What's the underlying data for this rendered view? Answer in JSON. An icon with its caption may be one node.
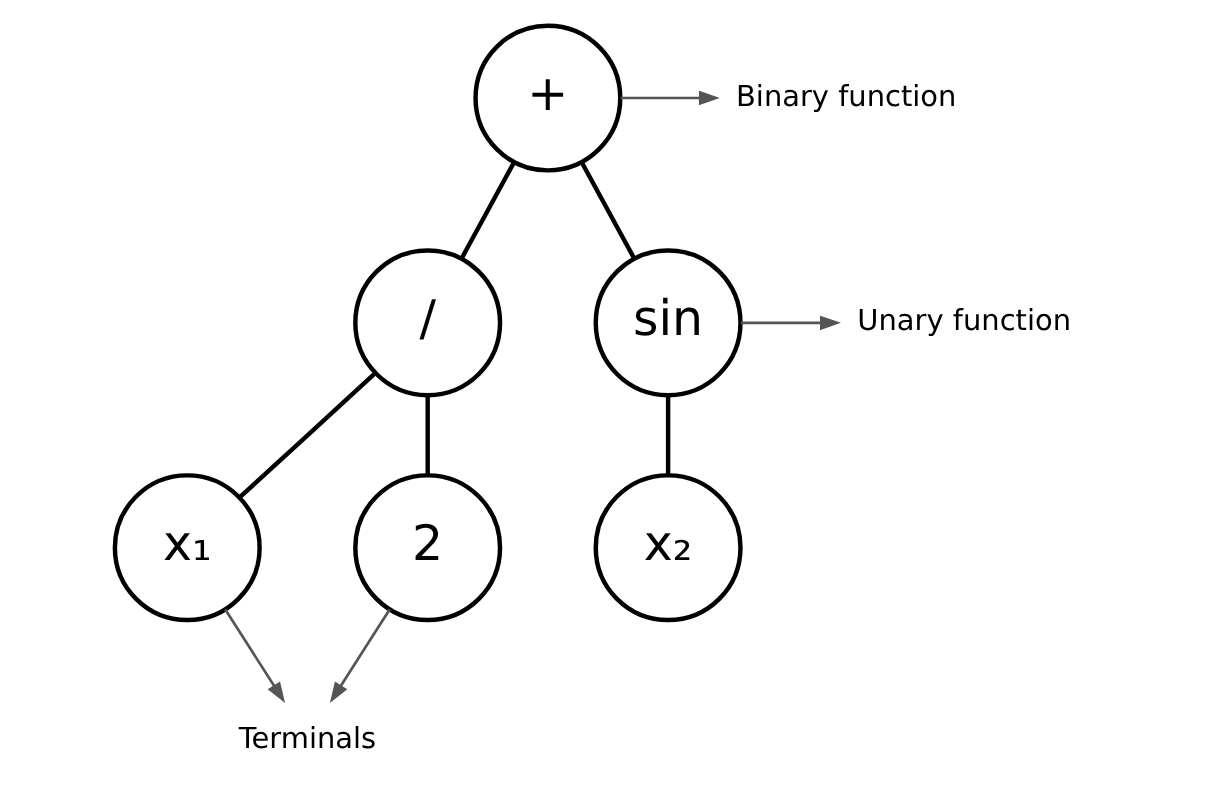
{
  "diagram": {
    "nodes": [
      {
        "text": [
          "+"
        ]
      },
      {
        "text": [
          "/"
        ]
      },
      {
        "text": [
          "sin"
        ]
      },
      {
        "text": [
          "x₁"
        ]
      },
      {
        "text": [
          "2"
        ]
      },
      {
        "text": [
          "x₂"
        ]
      },
      {
        "text": [
          "Binary function"
        ]
      },
      {
        "text": [
          "Unary function"
        ]
      },
      {
        "text": [
          "Terminals"
        ]
      }
    ],
    "edges": [
      {
        "from": 0,
        "to": 1,
        "arrow": "none"
      },
      {
        "from": 0,
        "to": 2,
        "arrow": "none"
      },
      {
        "from": 1,
        "to": 3,
        "arrow": "none"
      },
      {
        "from": 1,
        "to": 4,
        "arrow": "none"
      },
      {
        "from": 2,
        "to": 5,
        "arrow": "none"
      },
      {
        "from": 0,
        "to": 6,
        "arrow": "to",
        "color": "#555555"
      },
      {
        "from": 2,
        "to": 7,
        "arrow": "to",
        "color": "#555555"
      },
      {
        "from": 3,
        "to": 8,
        "arrow": "to",
        "color": "#555555"
      },
      {
        "from": 4,
        "to": 8,
        "arrow": "to",
        "color": "#555555"
      }
    ]
  }
}
